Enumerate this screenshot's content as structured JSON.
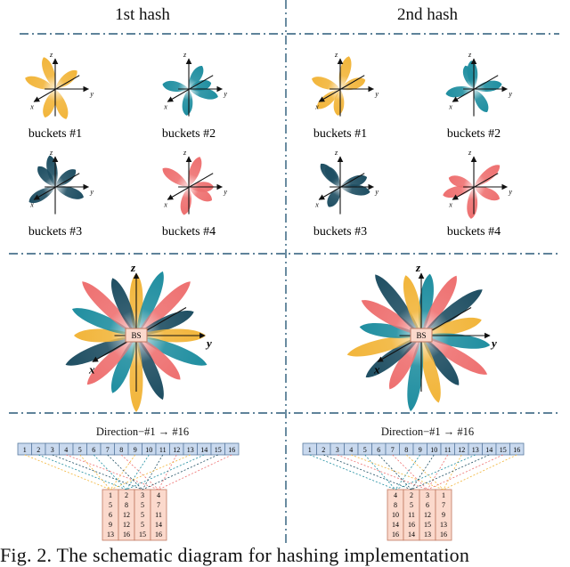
{
  "colors": {
    "yellow": "#f2b53a",
    "teal": "#1f8ea0",
    "dark_teal": "#1e4e62",
    "pink": "#ee7070",
    "divider": "#2a5a78",
    "row_fill": "#c9d9ee",
    "row_stroke": "#5a7aa0",
    "bucket_fill": "#fbd9cc",
    "bucket_stroke": "#c07860"
  },
  "panels": [
    {
      "title": "1st hash",
      "buckets": [
        {
          "label": "buckets #1",
          "color": "yellow",
          "axes": [
            "z",
            "y",
            "x"
          ],
          "lobes": [
            [
              -110,
              38
            ],
            [
              -40,
              32
            ],
            [
              70,
              36
            ],
            [
              110,
              34
            ],
            [
              200,
              36
            ]
          ]
        },
        {
          "label": "buckets #2",
          "color": "teal",
          "axes": [
            "z",
            "y",
            "x"
          ],
          "lobes": [
            [
              -60,
              30
            ],
            [
              15,
              34
            ],
            [
              95,
              30
            ],
            [
              190,
              30
            ],
            [
              -15,
              26
            ]
          ]
        },
        {
          "label": "buckets #3",
          "color": "dark_teal",
          "axes": [
            "z",
            "y",
            "x"
          ],
          "lobes": [
            [
              -100,
              36
            ],
            [
              -40,
              30
            ],
            [
              20,
              34
            ],
            [
              150,
              34
            ],
            [
              230,
              30
            ]
          ]
        },
        {
          "label": "buckets #4",
          "color": "pink",
          "axes": [
            "z",
            "y",
            "x"
          ],
          "lobes": [
            [
              -70,
              36
            ],
            [
              0,
              28
            ],
            [
              100,
              32
            ],
            [
              215,
              36
            ],
            [
              30,
              30
            ]
          ]
        }
      ],
      "center_label": "BS",
      "center_axes": [
        "z",
        "y",
        "x"
      ],
      "direction_label": "Direction−#1 → #16",
      "directions": [
        "1",
        "2",
        "3",
        "4",
        "5",
        "6",
        "7",
        "8",
        "9",
        "10",
        "11",
        "12",
        "13",
        "14",
        "15",
        "16"
      ],
      "bucket_table": [
        [
          "1",
          "2",
          "3",
          "4"
        ],
        [
          "5",
          "8",
          "5",
          "7"
        ],
        [
          "6",
          "12",
          "5",
          "11"
        ],
        [
          "9",
          "12",
          "5",
          "14"
        ],
        [
          "13",
          "16",
          "15",
          "16"
        ]
      ]
    },
    {
      "title": "2nd hash",
      "buckets": [
        {
          "label": "buckets #1",
          "color": "yellow",
          "axes": [
            "z",
            "y",
            "x"
          ],
          "lobes": [
            [
              -75,
              38
            ],
            [
              -20,
              30
            ],
            [
              140,
              34
            ],
            [
              200,
              34
            ],
            [
              95,
              30
            ]
          ]
        },
        {
          "label": "buckets #2",
          "color": "teal",
          "axes": [
            "z",
            "y",
            "x"
          ],
          "lobes": [
            [
              -95,
              32
            ],
            [
              -10,
              32
            ],
            [
              60,
              30
            ],
            [
              170,
              32
            ],
            [
              250,
              28
            ]
          ]
        },
        {
          "label": "buckets #3",
          "color": "dark_teal",
          "axes": [
            "z",
            "y",
            "x"
          ],
          "lobes": [
            [
              -130,
              34
            ],
            [
              -20,
              32
            ],
            [
              10,
              34
            ],
            [
              120,
              26
            ],
            [
              235,
              28
            ]
          ]
        },
        {
          "label": "buckets #4",
          "color": "pink",
          "axes": [
            "z",
            "y",
            "x"
          ],
          "lobes": [
            [
              -40,
              38
            ],
            [
              25,
              32
            ],
            [
              95,
              36
            ],
            [
              165,
              36
            ],
            [
              200,
              30
            ]
          ]
        }
      ],
      "center_label": "BS",
      "center_axes": [
        "z",
        "y",
        "x"
      ],
      "direction_label": "Direction−#1 → #16",
      "directions": [
        "1",
        "2",
        "3",
        "4",
        "5",
        "6",
        "7",
        "8",
        "9",
        "10",
        "11",
        "12",
        "13",
        "14",
        "15",
        "16"
      ],
      "bucket_table": [
        [
          "4",
          "2",
          "3",
          "1"
        ],
        [
          "8",
          "5",
          "6",
          "7"
        ],
        [
          "10",
          "11",
          "12",
          "9"
        ],
        [
          "14",
          "16",
          "15",
          "13"
        ],
        [
          "16",
          "14",
          "13",
          "16"
        ]
      ]
    }
  ],
  "caption": "Fig. 2. The schematic diagram for hashing implementation"
}
